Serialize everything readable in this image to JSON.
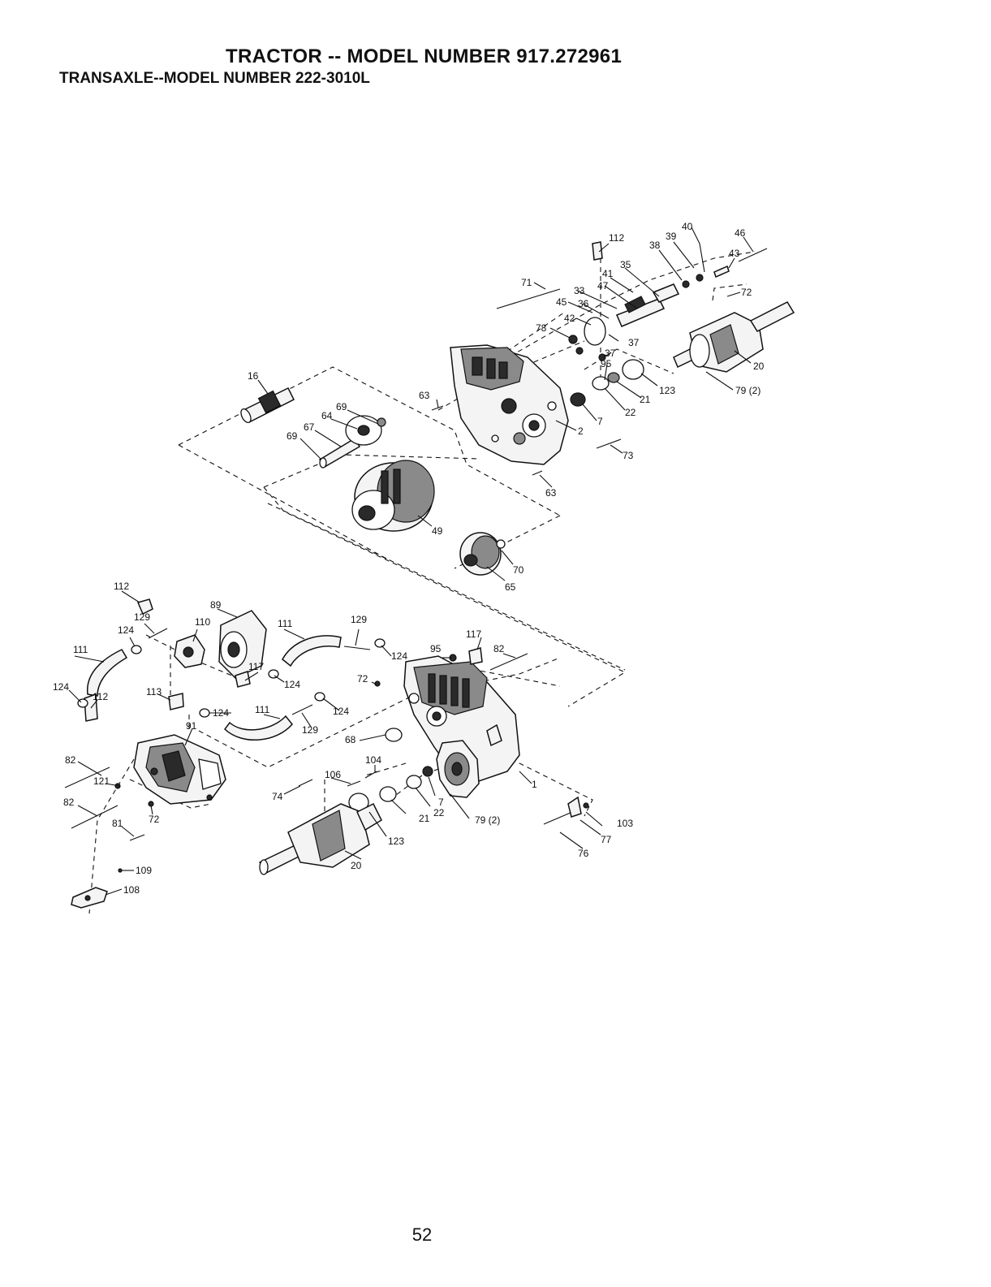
{
  "header": {
    "title_line1": "TRACTOR -- MODEL NUMBER 917.272961",
    "title_line2": "TRANSAXLE--MODEL NUMBER 222-3010L"
  },
  "page_number": "52",
  "callouts": [
    {
      "id": "c112a",
      "text": "112"
    },
    {
      "id": "c40",
      "text": "40"
    },
    {
      "id": "c46",
      "text": "46"
    },
    {
      "id": "c39",
      "text": "39"
    },
    {
      "id": "c38",
      "text": "38"
    },
    {
      "id": "c43",
      "text": "43"
    },
    {
      "id": "c35",
      "text": "35"
    },
    {
      "id": "c41",
      "text": "41"
    },
    {
      "id": "c47",
      "text": "47"
    },
    {
      "id": "c72a",
      "text": "72"
    },
    {
      "id": "c71",
      "text": "71"
    },
    {
      "id": "c33",
      "text": "33"
    },
    {
      "id": "c45",
      "text": "45"
    },
    {
      "id": "c36",
      "text": "36"
    },
    {
      "id": "c42",
      "text": "42"
    },
    {
      "id": "c78",
      "text": "78"
    },
    {
      "id": "c37a",
      "text": "37"
    },
    {
      "id": "c37b",
      "text": "37"
    },
    {
      "id": "c95a",
      "text": "95"
    },
    {
      "id": "c20a",
      "text": "20"
    },
    {
      "id": "c79a",
      "text": "79 (2)"
    },
    {
      "id": "c123a",
      "text": "123"
    },
    {
      "id": "c21a",
      "text": "21"
    },
    {
      "id": "c22a",
      "text": "22"
    },
    {
      "id": "c7a",
      "text": "7"
    },
    {
      "id": "c2",
      "text": "2"
    },
    {
      "id": "c73",
      "text": "73"
    },
    {
      "id": "c63a",
      "text": "63"
    },
    {
      "id": "c63b",
      "text": "63"
    },
    {
      "id": "c16",
      "text": "16"
    },
    {
      "id": "c69a",
      "text": "69"
    },
    {
      "id": "c64",
      "text": "64"
    },
    {
      "id": "c67",
      "text": "67"
    },
    {
      "id": "c69b",
      "text": "69"
    },
    {
      "id": "c49",
      "text": "49"
    },
    {
      "id": "c70",
      "text": "70"
    },
    {
      "id": "c65",
      "text": "65"
    },
    {
      "id": "c112b",
      "text": "112"
    },
    {
      "id": "c129a",
      "text": "129"
    },
    {
      "id": "c124a",
      "text": "124"
    },
    {
      "id": "c89",
      "text": "89"
    },
    {
      "id": "c110",
      "text": "110"
    },
    {
      "id": "c111a",
      "text": "111"
    },
    {
      "id": "c129b",
      "text": "129"
    },
    {
      "id": "c111b",
      "text": "111"
    },
    {
      "id": "c124b",
      "text": "124"
    },
    {
      "id": "c95b",
      "text": "95"
    },
    {
      "id": "c117a",
      "text": "117"
    },
    {
      "id": "c82a",
      "text": "82"
    },
    {
      "id": "c117b",
      "text": "117"
    },
    {
      "id": "c124c",
      "text": "124"
    },
    {
      "id": "c72b",
      "text": "72"
    },
    {
      "id": "c124d",
      "text": "124"
    },
    {
      "id": "c112c",
      "text": "112"
    },
    {
      "id": "c113",
      "text": "113"
    },
    {
      "id": "c124e",
      "text": "124"
    },
    {
      "id": "c111c",
      "text": "111"
    },
    {
      "id": "c124f",
      "text": "124"
    },
    {
      "id": "c129c",
      "text": "129"
    },
    {
      "id": "c91",
      "text": "91"
    },
    {
      "id": "c68",
      "text": "68"
    },
    {
      "id": "c104",
      "text": "104"
    },
    {
      "id": "c106",
      "text": "106"
    },
    {
      "id": "c74",
      "text": "74"
    },
    {
      "id": "c82b",
      "text": "82"
    },
    {
      "id": "c121",
      "text": "121"
    },
    {
      "id": "c82c",
      "text": "82"
    },
    {
      "id": "c72c",
      "text": "72"
    },
    {
      "id": "c81",
      "text": "81"
    },
    {
      "id": "c7b",
      "text": "7"
    },
    {
      "id": "c22b",
      "text": "22"
    },
    {
      "id": "c21b",
      "text": "21"
    },
    {
      "id": "c79b",
      "text": "79 (2)"
    },
    {
      "id": "c1",
      "text": "1"
    },
    {
      "id": "c103",
      "text": "103"
    },
    {
      "id": "c77",
      "text": "77"
    },
    {
      "id": "c76",
      "text": "76"
    },
    {
      "id": "c123b",
      "text": "123"
    },
    {
      "id": "c20b",
      "text": "20"
    },
    {
      "id": "c109",
      "text": "109"
    },
    {
      "id": "c108",
      "text": "108"
    }
  ]
}
